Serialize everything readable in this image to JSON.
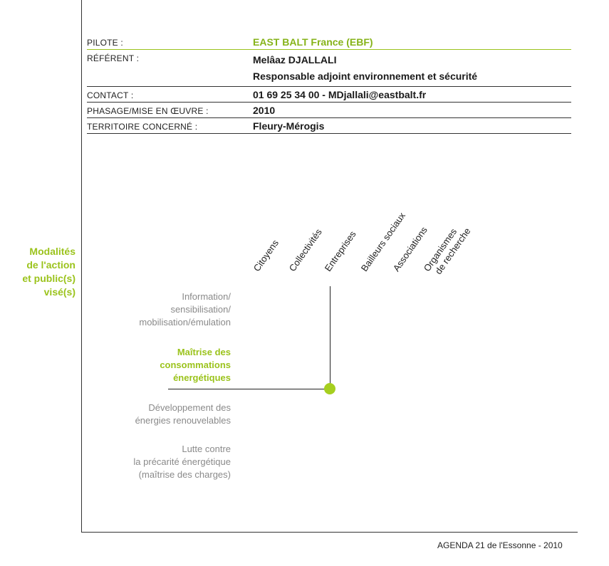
{
  "info": {
    "pilote_label": "PILOTE :",
    "pilote_value": "EAST BALT France (EBF)",
    "referent_label": "RÉFÉRENT :",
    "referent_name": "Melâaz DJALLALI",
    "referent_role": "Responsable adjoint environnement et sécurité",
    "contact_label": "CONTACT :",
    "contact_value": "01 69 25 34 00 - MDjallali@eastbalt.fr",
    "phasage_label": "PHASAGE/MISE EN ŒUVRE :",
    "phasage_value": "2010",
    "territoire_label": "TERRITOIRE CONCERNÉ :",
    "territoire_value": "Fleury-Mérogis"
  },
  "side_title": [
    "Modalités",
    "de l'action",
    "et public(s)",
    "visé(s)"
  ],
  "publics": [
    "Citoyens",
    "Collectivités",
    "Entreprises",
    "Bailleurs sociaux",
    "Associations",
    "Organismes",
    "de recherche"
  ],
  "modalities": {
    "m1": [
      "Information/",
      "sensibilisation/",
      "mobilisation/émulation"
    ],
    "m2": [
      "Maîtrise des",
      "consommations",
      "énergétiques"
    ],
    "m3": [
      "Développement des",
      "énergies renouvelables"
    ],
    "m4": [
      "Lutte contre",
      "la précarité énergétique",
      "(maîtrise des charges)"
    ]
  },
  "colors": {
    "accent": "#9bc31c"
  },
  "footer": "AGENDA 21 de l'Essonne - 2010"
}
